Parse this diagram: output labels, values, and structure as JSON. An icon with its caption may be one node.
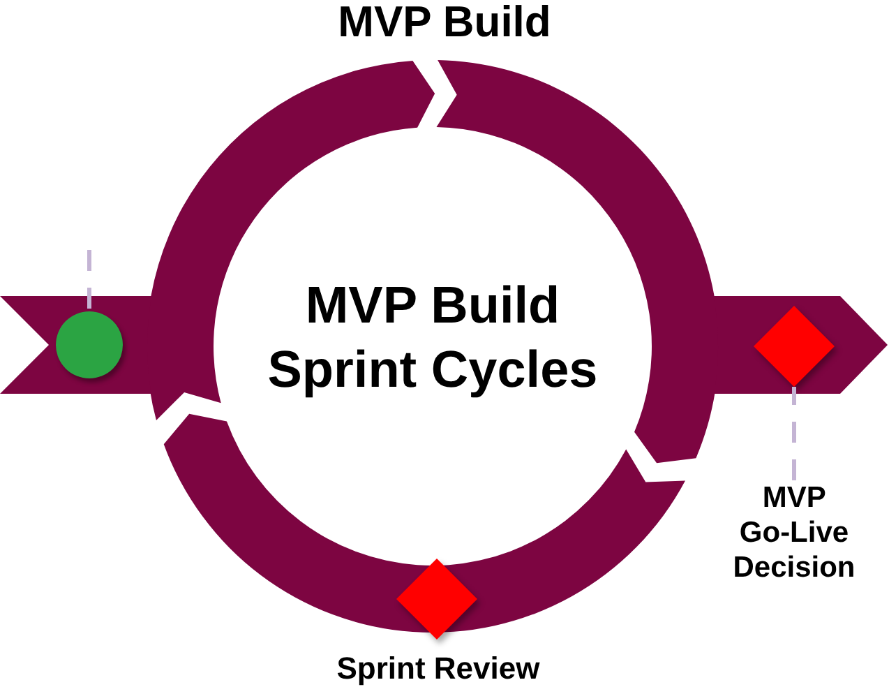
{
  "diagram": {
    "title": "MVP Build",
    "nodes": [
      {
        "text": [],
        "shape": "banner"
      },
      {
        "text": [],
        "shape": "circle",
        "in": 0
      },
      {
        "text": [
          "MVP Build Sprint Cycles"
        ]
      },
      {
        "text": [],
        "shape": "banner"
      },
      {
        "text": [],
        "shape": "diamond",
        "in": 3
      },
      {
        "text": [
          "MVP Go-Live Decision"
        ]
      },
      {
        "text": [],
        "shape": "diamond",
        "beside": [
          "Sprint Review"
        ]
      }
    ],
    "edges": [
      {
        "from": null,
        "to": 1,
        "arrow": "none",
        "style": "dashed"
      },
      {
        "from": 5,
        "to": 4,
        "arrow": "none",
        "style": "dashed"
      }
    ]
  }
}
